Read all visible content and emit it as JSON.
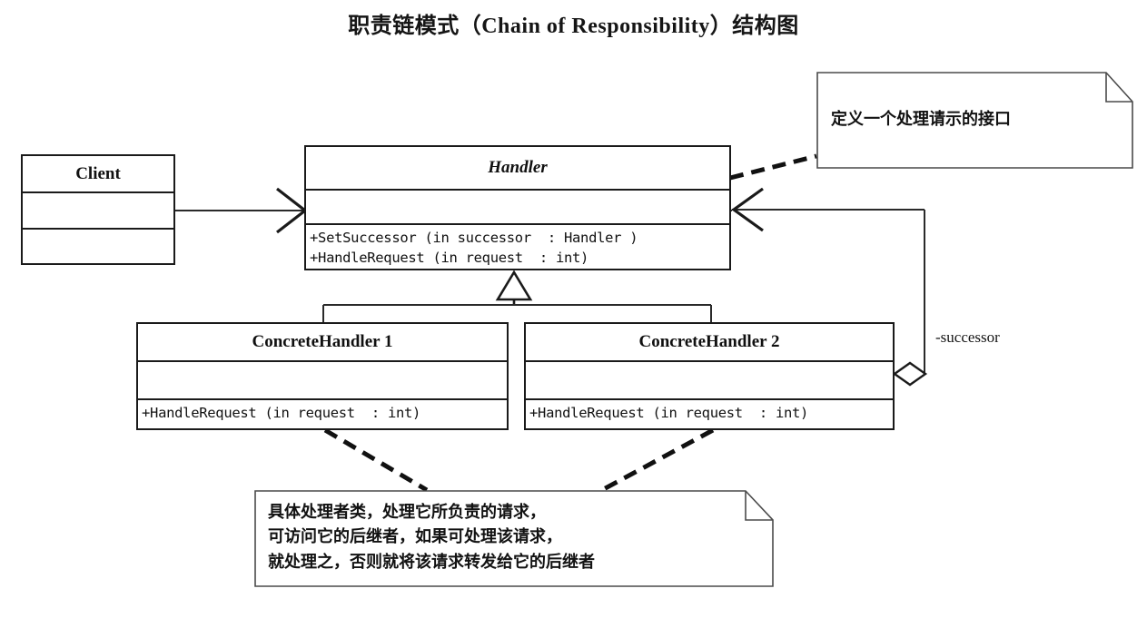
{
  "diagram": {
    "title": "职责链模式（Chain of Responsibility）结构图",
    "type": "uml-class-diagram",
    "stroke_color": "#1a1a1a",
    "background_color": "#ffffff"
  },
  "classes": {
    "client": {
      "name": "Client",
      "abstract": false,
      "attributes": [],
      "operations": []
    },
    "handler": {
      "name": "Handler",
      "abstract": true,
      "attributes": [],
      "operations": [
        "+SetSuccessor (in successor  : Handler )",
        "+HandleRequest (in request  : int)"
      ]
    },
    "concrete_handler_1": {
      "name": "ConcreteHandler 1",
      "abstract": false,
      "attributes": [],
      "operations": [
        "+HandleRequest (in request  : int)"
      ]
    },
    "concrete_handler_2": {
      "name": "ConcreteHandler 2",
      "abstract": false,
      "attributes": [],
      "operations": [
        "+HandleRequest (in request  : int)"
      ]
    }
  },
  "notes": {
    "handler_note": {
      "text": "定义一个处理请示的接口"
    },
    "concrete_note": {
      "line1": "具体处理者类，处理它所负责的请求，",
      "line2": "可访问它的后继者，如果可处理该请求，",
      "line3": "就处理之，否则就将该请求转发给它的后继者"
    }
  },
  "relationships": {
    "aggregation_label": "-successor",
    "client_to_handler": "association",
    "handler_generalization": "generalization",
    "successor_aggregation": "aggregation"
  }
}
